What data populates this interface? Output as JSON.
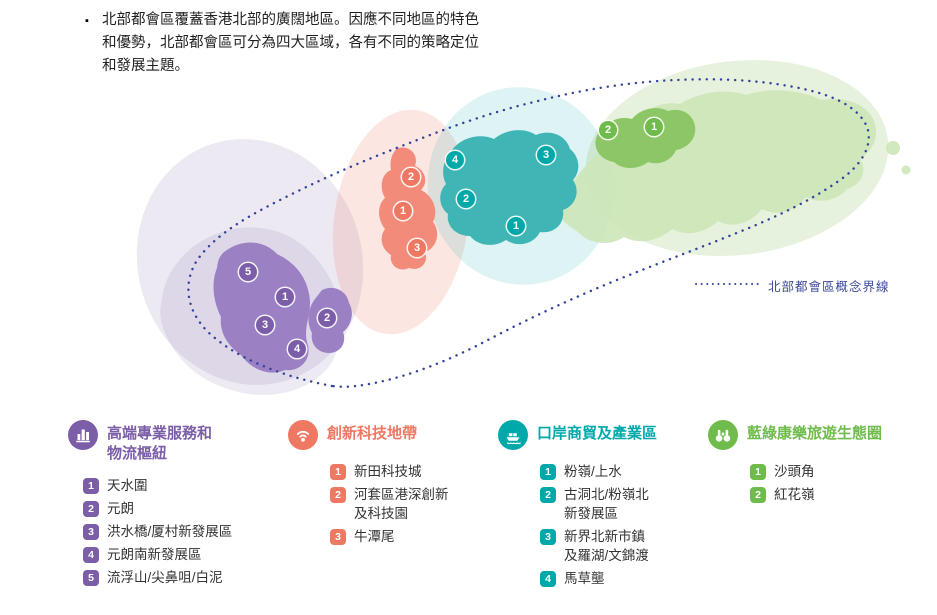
{
  "intro": {
    "bullet": "▪",
    "lines": [
      "北部都會區覆蓋香港北部的廣闊地區。因應不同地區的特色",
      "和優勢，北部都會區可分為四大區域，各有不同的策略定位",
      "和發展主題。"
    ]
  },
  "map": {
    "boundary_label": "北部都會區概念界線",
    "boundary_color": "#34439B"
  },
  "zones": [
    {
      "id": "logistics",
      "color": "#7B5EA7",
      "icon": "hub-building-icon",
      "title": "高端專業服務和\n物流樞紐",
      "items": [
        {
          "num": "1",
          "label": "天水圍"
        },
        {
          "num": "2",
          "label": "元朗"
        },
        {
          "num": "3",
          "label": "洪水橋/厦村新發展區"
        },
        {
          "num": "4",
          "label": "元朗南新發展區"
        },
        {
          "num": "5",
          "label": "流浮山/尖鼻咀/白泥"
        }
      ]
    },
    {
      "id": "innovation",
      "color": "#EE7862",
      "icon": "signal-waves-icon",
      "title": "創新科技地帶",
      "items": [
        {
          "num": "1",
          "label": "新田科技城"
        },
        {
          "num": "2",
          "label": "河套區港深創新\n及科技園"
        },
        {
          "num": "3",
          "label": "牛潭尾"
        }
      ]
    },
    {
      "id": "trade",
      "color": "#00A9A9",
      "icon": "port-ship-icon",
      "title": "口岸商貿及產業區",
      "items": [
        {
          "num": "1",
          "label": "粉嶺/上水"
        },
        {
          "num": "2",
          "label": "古洞北/粉嶺北\n新發展區"
        },
        {
          "num": "3",
          "label": "新界北新市鎮\n及羅湖/文錦渡"
        },
        {
          "num": "4",
          "label": "馬草壟"
        }
      ]
    },
    {
      "id": "eco",
      "color": "#6FBB4C",
      "icon": "binoculars-icon",
      "title": "藍綠康樂旅遊生態圈",
      "items": [
        {
          "num": "1",
          "label": "沙頭角"
        },
        {
          "num": "2",
          "label": "紅花嶺"
        }
      ]
    }
  ]
}
